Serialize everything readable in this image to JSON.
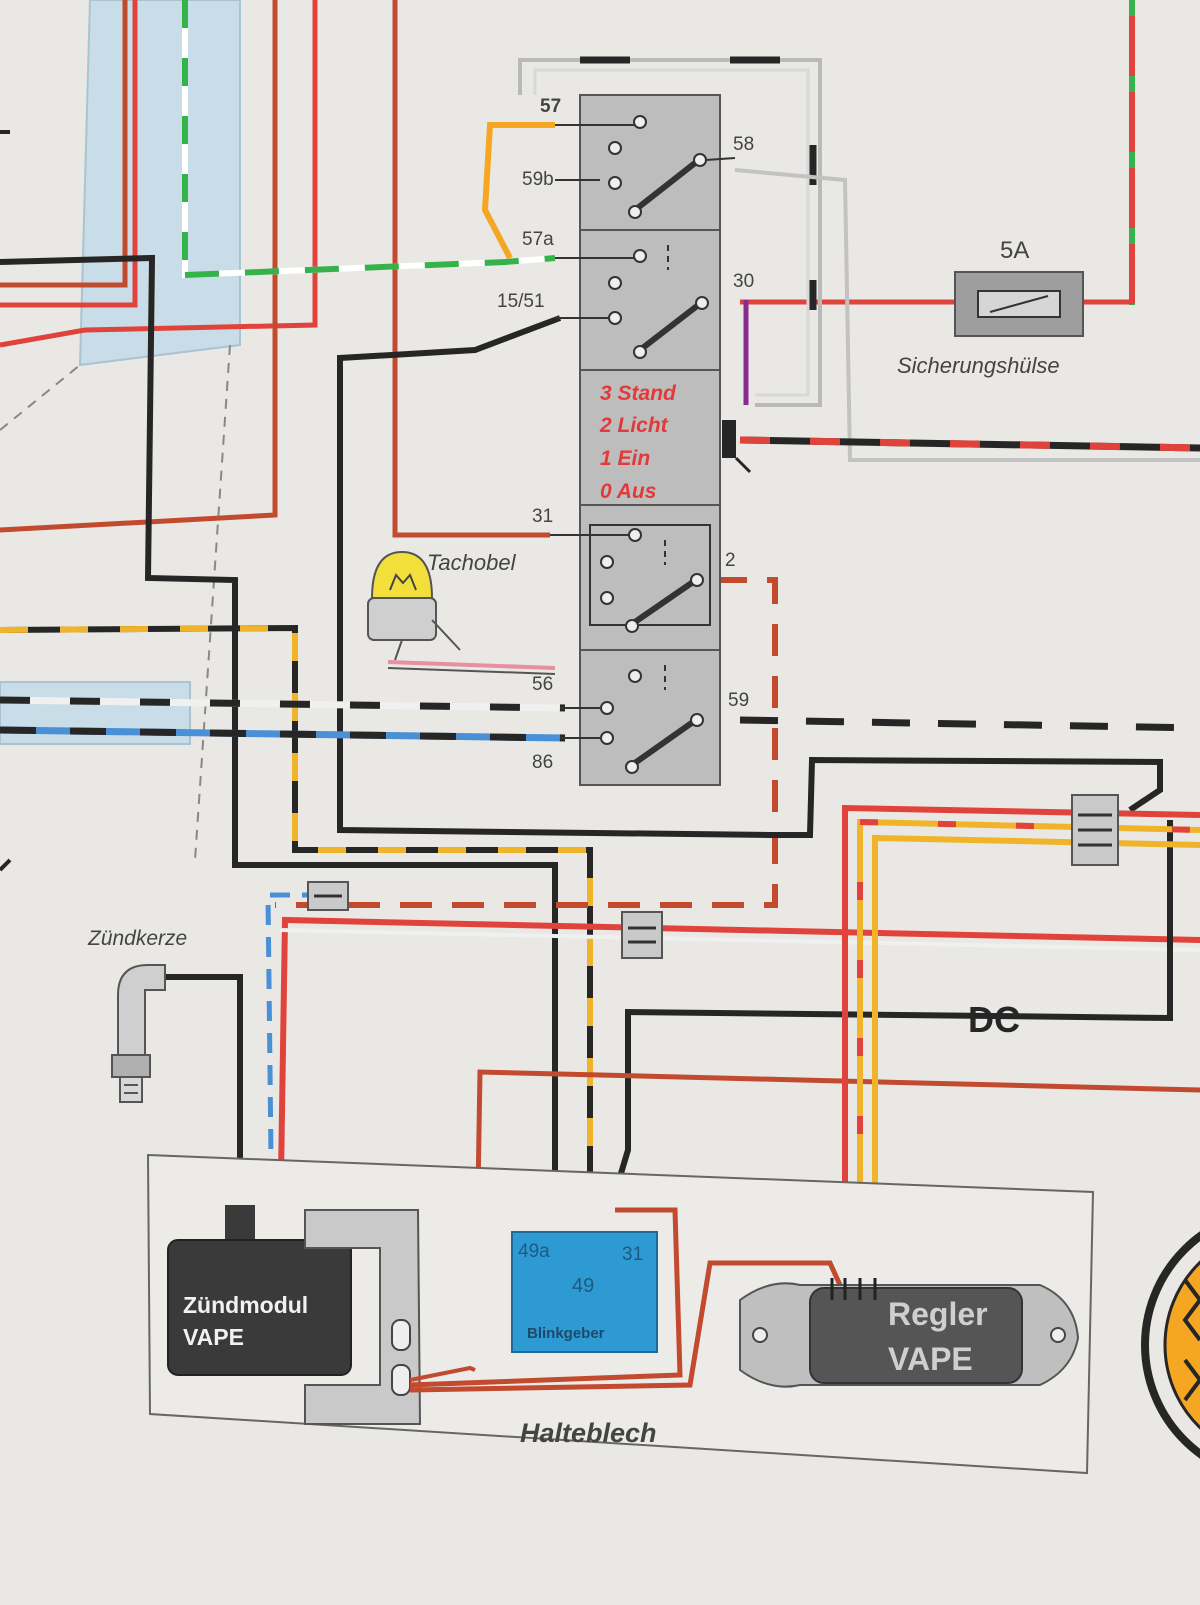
{
  "switch": {
    "terminals": {
      "t57": "57",
      "t59b": "59b",
      "t57a": "57a",
      "t1551": "15/51",
      "t58": "58",
      "t30": "30",
      "t31": "31",
      "t2": "2",
      "t56": "56",
      "t59": "59",
      "t86": "86"
    },
    "positions": [
      "3 Stand",
      "2 Licht",
      "1 Ein",
      "0 Aus"
    ]
  },
  "fuse": {
    "rating": "5A",
    "label": "Sicherungshülse"
  },
  "lamp": {
    "label": "Tachobel"
  },
  "spark_plug": {
    "label": "Zündkerze"
  },
  "ignition_module": {
    "line1": "Zündmodul",
    "line2": "VAPE"
  },
  "flasher": {
    "t49a": "49a",
    "t31": "31",
    "t49": "49",
    "label": "Blinkgeber"
  },
  "regulator": {
    "line1": "Regler",
    "line2": "VAPE"
  },
  "dc_label": "DC",
  "bracket_label": "Halteblech",
  "colors": {
    "red": "#e0433c",
    "brown_red": "#c24a2e",
    "black": "#262626",
    "yellow": "#f0b42a",
    "green": "#35b24a",
    "blue": "#4a90d6",
    "purple": "#8a2c8f",
    "orange": "#f5a623",
    "switch_body": "#bdbdbd",
    "module_dark": "#3a3a3a",
    "flasher_blue": "#2e9ad4"
  }
}
